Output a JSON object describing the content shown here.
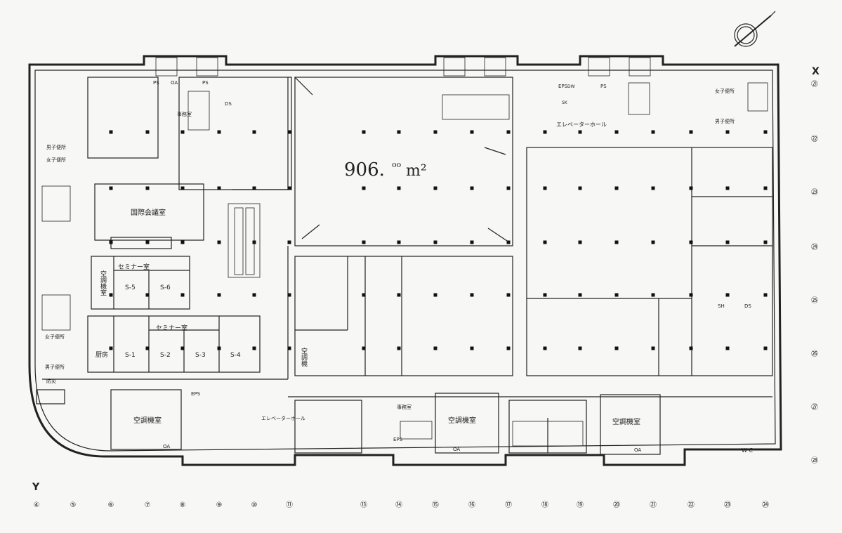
{
  "area": {
    "value": "906.",
    "sup": "oo",
    "unit": "m²"
  },
  "axes": {
    "x": "X",
    "y": "Y"
  },
  "grid_x": [
    "④",
    "⑤",
    "⑥",
    "⑦",
    "⑧",
    "⑨",
    "⑩",
    "⑪",
    "⑬",
    "⑭",
    "⑮",
    "⑯",
    "⑰",
    "⑱",
    "⑲",
    "⑳",
    "㉑",
    "㉒",
    "㉓",
    "㉔"
  ],
  "grid_y": [
    "㉑",
    "㉒",
    "㉓",
    "㉔",
    "㉕",
    "㉖",
    "㉗",
    "㉘"
  ],
  "rooms": {
    "intl_conference": "国際会議室",
    "seminar_top": "セミナー室",
    "seminar_bottom": "セミナー室",
    "ac_machine_left": "空調機室",
    "ac_machine_vertical": "空調機室",
    "ac_machine_center": "空調機",
    "ac_b1": "空調機室",
    "ac_b2": "空調機室",
    "ac_b3": "空調機室",
    "kitchen": "厨房",
    "s1": "S-1",
    "s2": "S-2",
    "s3": "S-3",
    "s4": "S-4",
    "s5": "S-5",
    "s6": "S-6",
    "elevator_hall": "エレベーターホール",
    "elevator_hall_small": "エレベーターホール",
    "womens_wc": "女子便所",
    "mens_wc": "男子便所",
    "wc": "W C",
    "office": "事務室",
    "disaster_center": "防災"
  },
  "tags": {
    "ps": "PS",
    "eps": "EPS",
    "ds": "DS",
    "sh": "SH",
    "sk": "SK",
    "oa": "OA",
    "dw": "DW"
  }
}
